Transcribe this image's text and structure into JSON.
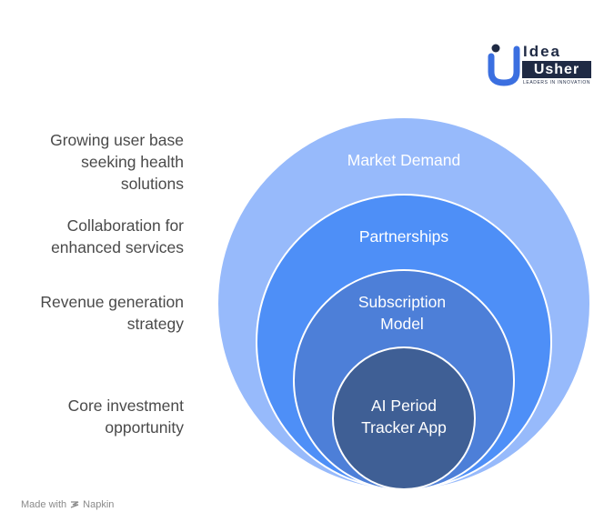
{
  "logo": {
    "word_top": "Idea",
    "word_bottom": "Usher",
    "tagline": "LEADERS IN INNOVATION",
    "colors": {
      "accent": "#3b6fe0",
      "dark": "#1f2a44"
    }
  },
  "labels": [
    {
      "text": "Growing user base\nseeking health\nsolutions"
    },
    {
      "text": "Collaboration for\nenhanced services"
    },
    {
      "text": "Revenue generation\nstrategy"
    },
    {
      "text": "Core investment\nopportunity"
    }
  ],
  "rings": [
    {
      "line1": "Market Demand",
      "line2": "",
      "color": "#97bafb"
    },
    {
      "line1": "Partnerships",
      "line2": "",
      "color": "#4e8ff7"
    },
    {
      "line1": "Subscription",
      "line2": "Model",
      "color": "#4d7fd8"
    },
    {
      "line1": "AI Period",
      "line2": "Tracker App",
      "color": "#3f5f95"
    }
  ],
  "footer": {
    "made_with": "Made with",
    "brand": "Napkin",
    "icon": "napkin-icon"
  }
}
